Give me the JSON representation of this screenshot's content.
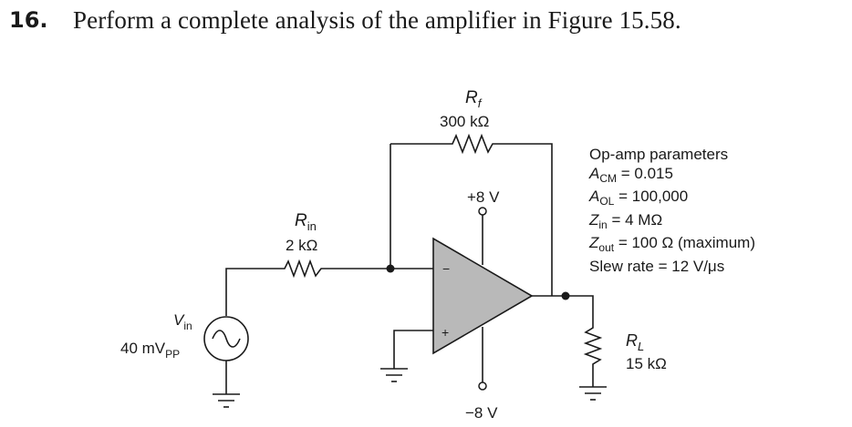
{
  "question": {
    "number": "16.",
    "text": "Perform a complete analysis of the amplifier in Figure 15.58."
  },
  "circuit": {
    "rf": {
      "symbol": "R",
      "sub": "f",
      "value": "300 kΩ"
    },
    "rin": {
      "symbol": "R",
      "sub": "in",
      "value": "2 kΩ"
    },
    "vin": {
      "symbol": "V",
      "sub": "in",
      "value": "40 mV",
      "value_sub": "PP"
    },
    "rl": {
      "symbol": "R",
      "sub": "L",
      "value": "15 kΩ"
    },
    "vplus": "+8 V",
    "vminus": "−8 V",
    "inverting_sign": "−",
    "noninverting_sign": "+"
  },
  "params": {
    "title": "Op-amp parameters",
    "acm": {
      "sym": "A",
      "sub": "CM",
      "val": "= 0.015"
    },
    "aol": {
      "sym": "A",
      "sub": "OL",
      "val": "= 100,000"
    },
    "zin": {
      "sym": "Z",
      "sub": "in",
      "val": "= 4 MΩ"
    },
    "zout": {
      "sym": "Z",
      "sub": "out",
      "val": "= 100 Ω (maximum)"
    },
    "slew": "Slew rate = 12 V/μs"
  },
  "colors": {
    "ink": "#1a1a1a",
    "opamp_fill": "#b9b9b9"
  }
}
